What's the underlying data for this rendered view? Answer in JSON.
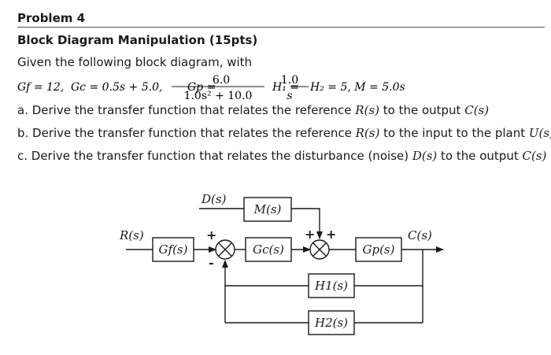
{
  "header": {
    "title": "Problem 4",
    "subtitle": "Block Diagram Manipulation (15pts)",
    "intro": "Given the following block diagram, with"
  },
  "givens": {
    "gf": "Gf = 12, ",
    "gc": "Gc = 0.5s + 5.0, ",
    "gp_lhs": "Gp =",
    "gp_num": "6.0",
    "gp_den": "1.0s² + 10.0",
    "h1_lhs": "H₁ =",
    "h1_num": "1.0",
    "h1_den": "s",
    "rest": "H₂ = 5,  M = 5.0s"
  },
  "questions": [
    {
      "text": "a. Derive the transfer function that relates the reference ",
      "v1": "R(s)",
      "mid": " to the output ",
      "v2": "C(s)"
    },
    {
      "text": "b. Derive the transfer function that relates the reference ",
      "v1": "R(s)",
      "mid": " to the input to the plant ",
      "v2": "U(s)"
    },
    {
      "text": "c. Derive the transfer function that relates the disturbance (noise) ",
      "v1": "D(s)",
      "mid": " to the output ",
      "v2": "C(s)"
    }
  ],
  "diagram": {
    "input_label": "R(s)",
    "output_label": "C(s)",
    "disturbance_label": "D(s)",
    "blocks": {
      "gf": "Gf(s)",
      "gc": "Gc(s)",
      "gp": "Gp(s)",
      "m": "M(s)",
      "h1": "H1(s)",
      "h2": "H2(s)"
    },
    "signs": {
      "sum1_top": "+",
      "sum1_bottom": "-",
      "sum2_left": "+",
      "sum2_right": "+"
    }
  }
}
